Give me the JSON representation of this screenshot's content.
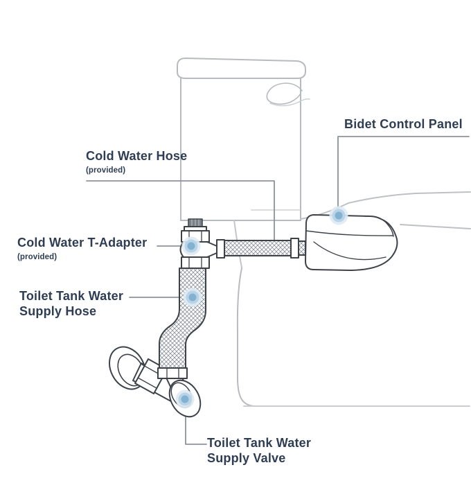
{
  "diagram": {
    "type": "installation-diagram",
    "subject": "Bidet attachment water supply connection on a toilet"
  },
  "colors": {
    "background": "#ffffff",
    "label_text": "#2e3d53",
    "callout_line": "#8c929a",
    "toilet_outline": "#b7bbc0",
    "hardware_outline": "#3d4249",
    "marker_outer": "#dfeaf3",
    "marker_mid": "#b9d4e7",
    "marker_core": "#82b1d2"
  },
  "labels": {
    "bidet_control_panel": {
      "text": "Bidet Control Panel"
    },
    "cold_water_hose": {
      "text": "Cold Water Hose",
      "note": "(provided)"
    },
    "cold_water_t_adapter": {
      "text": "Cold Water T-Adapter",
      "note": "(provided)"
    },
    "toilet_tank_water_supply_hose": {
      "line1": "Toilet Tank Water",
      "line2": "Supply Hose"
    },
    "toilet_tank_water_supply_valve": {
      "line1": "Toilet Tank Water",
      "line2": "Supply Valve"
    }
  },
  "markers": [
    {
      "name": "cold-water-t-adapter-marker"
    },
    {
      "name": "supply-hose-marker"
    },
    {
      "name": "bidet-control-panel-marker"
    },
    {
      "name": "supply-valve-marker"
    }
  ]
}
